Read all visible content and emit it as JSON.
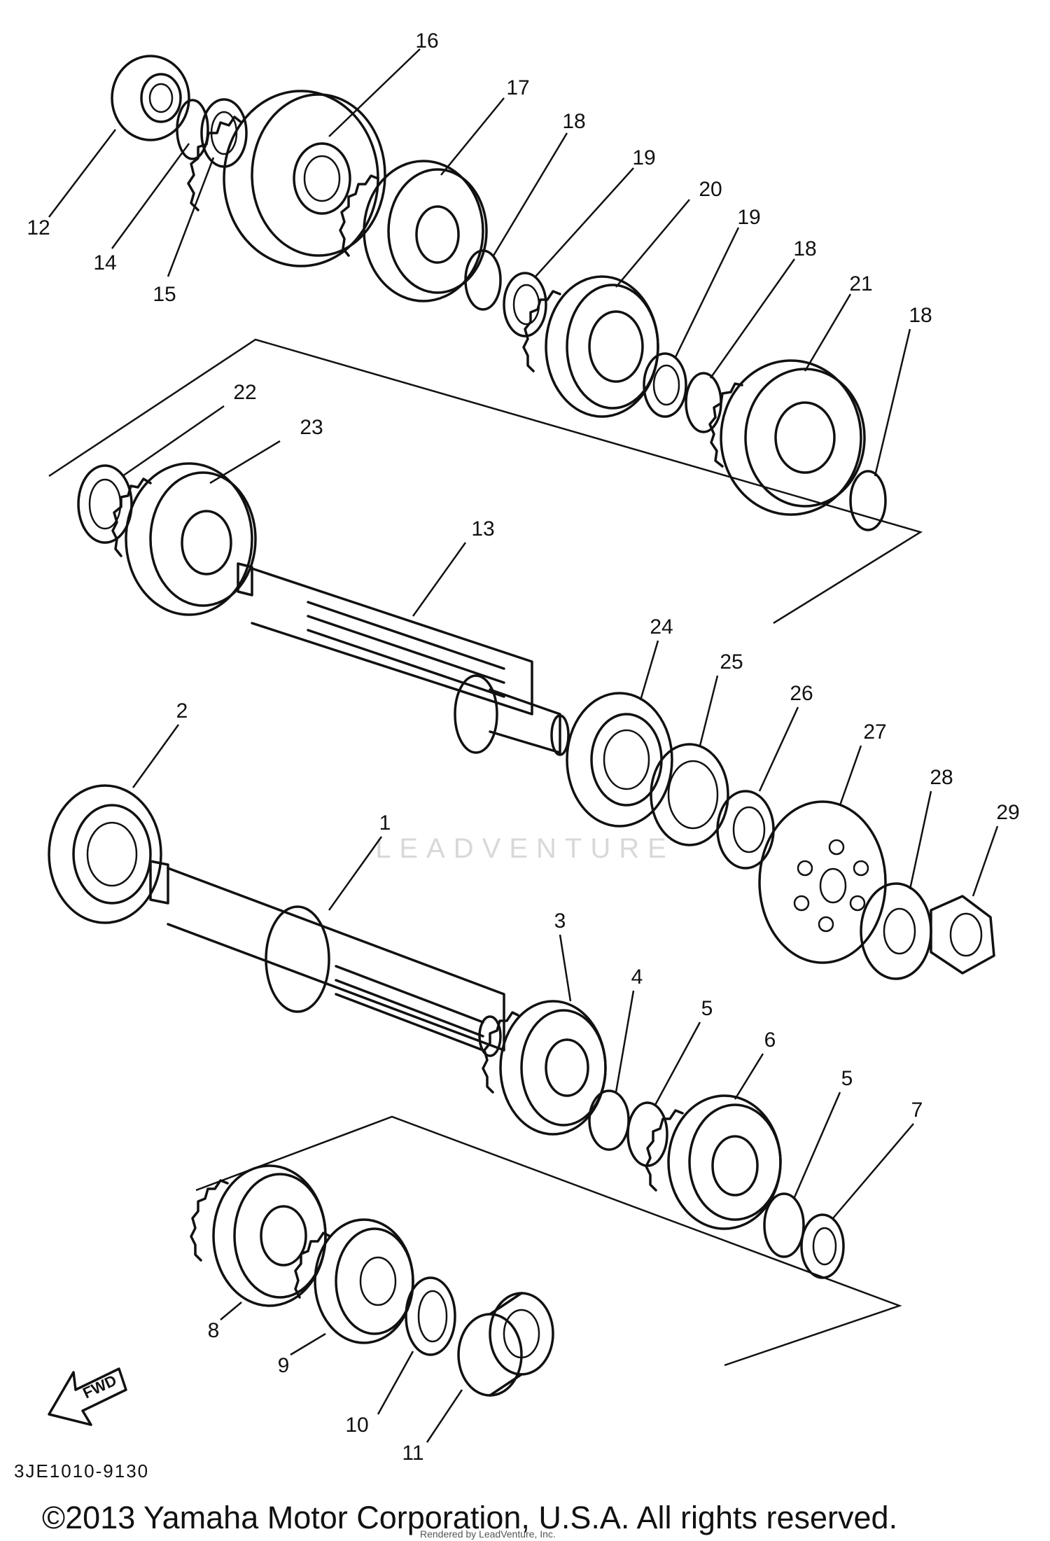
{
  "callouts": {
    "c1": "1",
    "c2": "2",
    "c3": "3",
    "c4": "4",
    "c5a": "5",
    "c5b": "5",
    "c6": "6",
    "c7": "7",
    "c8": "8",
    "c9": "9",
    "c10": "10",
    "c11": "11",
    "c12": "12",
    "c13": "13",
    "c14": "14",
    "c15": "15",
    "c16": "16",
    "c17": "17",
    "c18a": "18",
    "c18b": "18",
    "c18c": "18",
    "c19a": "19",
    "c19b": "19",
    "c20": "20",
    "c21": "21",
    "c22": "22",
    "c23": "23",
    "c24": "24",
    "c25": "25",
    "c26": "26",
    "c27": "27",
    "c28": "28",
    "c29": "29"
  },
  "fwd_label": "FWD",
  "diagram_code": "3JE1010-9130",
  "watermark": "LEADVENTURE",
  "copyright": "©2013 Yamaha Motor Corporation, U.S.A. All rights reserved.",
  "rendered_by": "Rendered by LeadVenture, Inc."
}
